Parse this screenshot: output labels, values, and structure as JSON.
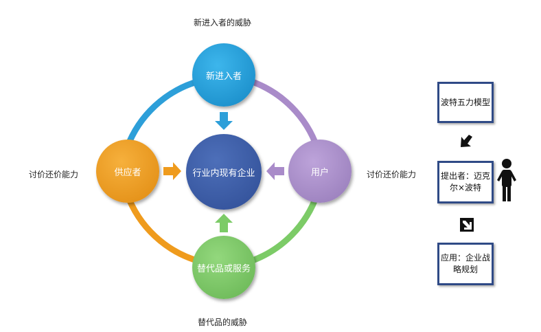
{
  "diagram": {
    "center": {
      "label": "行业内现有企业",
      "color": "#3b5ba5"
    },
    "nodes": {
      "top": {
        "label": "新进入者",
        "color": "#1e9ad6"
      },
      "left": {
        "label": "供应者",
        "color": "#ef9b1d"
      },
      "right": {
        "label": "用户",
        "color": "#a98bc9"
      },
      "bottom": {
        "label": "替代品或服务",
        "color": "#7ccb67"
      }
    },
    "outer_labels": {
      "top": "新进入者的威胁",
      "bottom": "替代品的威胁",
      "left": "讨价还价能力",
      "right": "讨价还价能力"
    }
  },
  "sidebar": {
    "box1": "波特五力模型",
    "box2": "提出者：迈克尔×波特",
    "box3": "应用：企业战略规划",
    "person_icon": "person-icon"
  }
}
